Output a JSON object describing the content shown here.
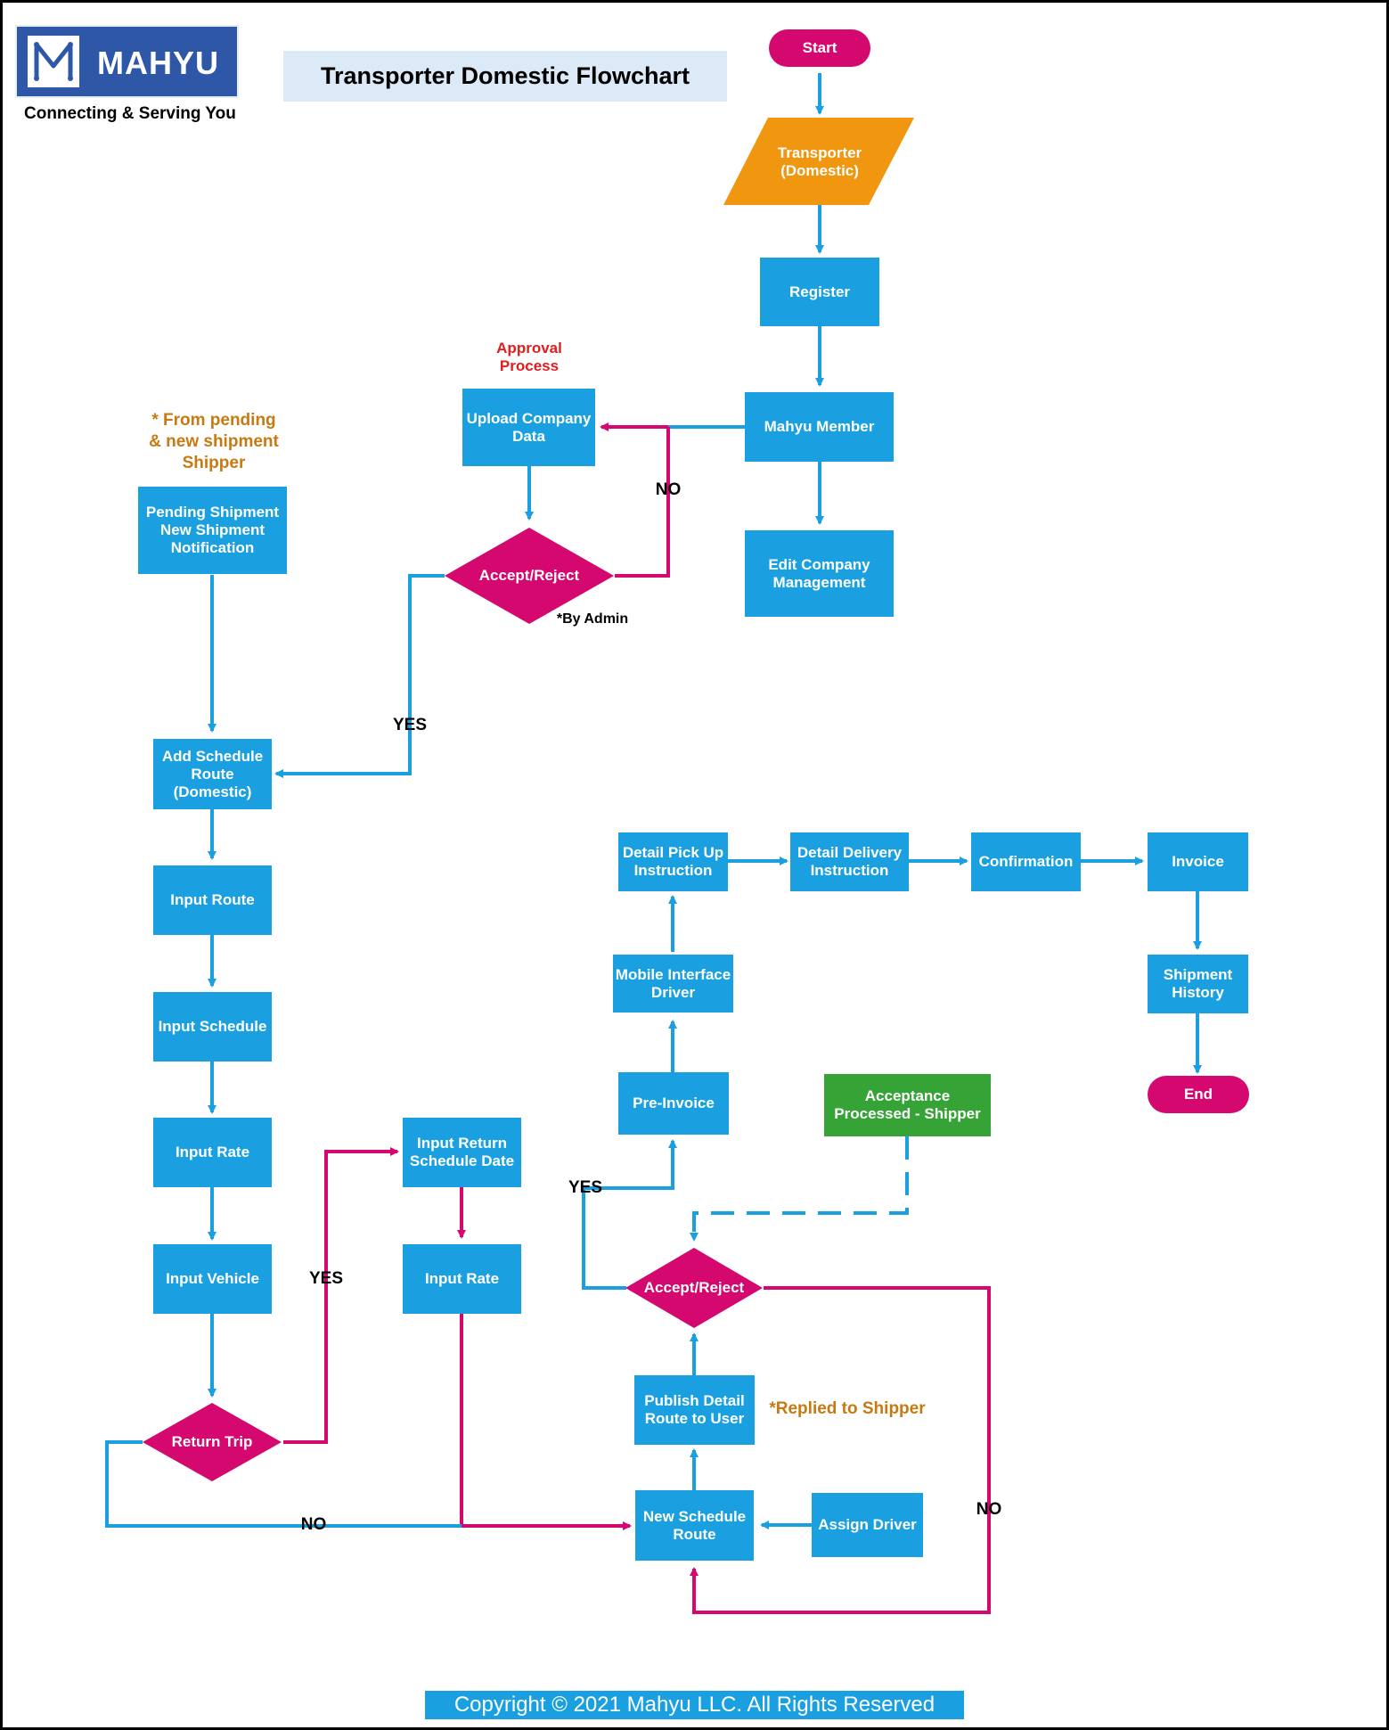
{
  "header": {
    "logo_text": "MAHYU",
    "tagline": "Connecting & Serving You",
    "title": "Transporter Domestic Flowchart"
  },
  "colors": {
    "process": "#1aa0e1",
    "terminal": "#d4086f",
    "decision": "#d4086f",
    "input": "#f0960f",
    "external": "#36a336",
    "yes_flow": "#1aa0e1",
    "no_flow": "#d4086f"
  },
  "nodes": {
    "start": "Start",
    "transporter": "Transporter\n(Domestic)",
    "register": "Register",
    "mahyu_member": "Mahyu Member",
    "edit_company": "Edit Company\nManagement",
    "upload_company": "Upload Company\nData",
    "accept_reject_admin": "Accept/Reject",
    "pending_shipment": "Pending Shipment\nNew Shipment\nNotification",
    "add_schedule": "Add Schedule\nRoute\n(Domestic)",
    "input_route": "Input Route",
    "input_schedule": "Input Schedule",
    "input_rate": "Input Rate",
    "input_vehicle": "Input Vehicle",
    "return_trip": "Return Trip",
    "input_return_date": "Input Return\nSchedule Date",
    "input_rate_return": "Input Rate",
    "new_schedule_route": "New Schedule\nRoute",
    "assign_driver": "Assign Driver",
    "publish_detail": "Publish Detail\nRoute to User",
    "accept_reject_shipper": "Accept/Reject",
    "acceptance_processed": "Acceptance\nProcessed - Shipper",
    "pre_invoice": "Pre-Invoice",
    "mobile_interface": "Mobile Interface\nDriver",
    "detail_pickup": "Detail Pick Up\nInstruction",
    "detail_delivery": "Detail Delivery\nInstruction",
    "confirmation": "Confirmation",
    "invoice": "Invoice",
    "shipment_history": "Shipment\nHistory",
    "end": "End"
  },
  "labels": {
    "approval_process": "Approval\nProcess",
    "by_admin": "*By Admin",
    "from_pending": "* From pending\n& new shipment\nShipper",
    "replied_to_shipper": "*Replied to Shipper",
    "no_admin": "NO",
    "yes_admin": "YES",
    "yes_return": "YES",
    "no_return": "NO",
    "yes_shipper": "YES",
    "no_shipper": "NO"
  },
  "footer": {
    "copyright": "Copyright © 2021 Mahyu LLC. All Rights Reserved"
  }
}
